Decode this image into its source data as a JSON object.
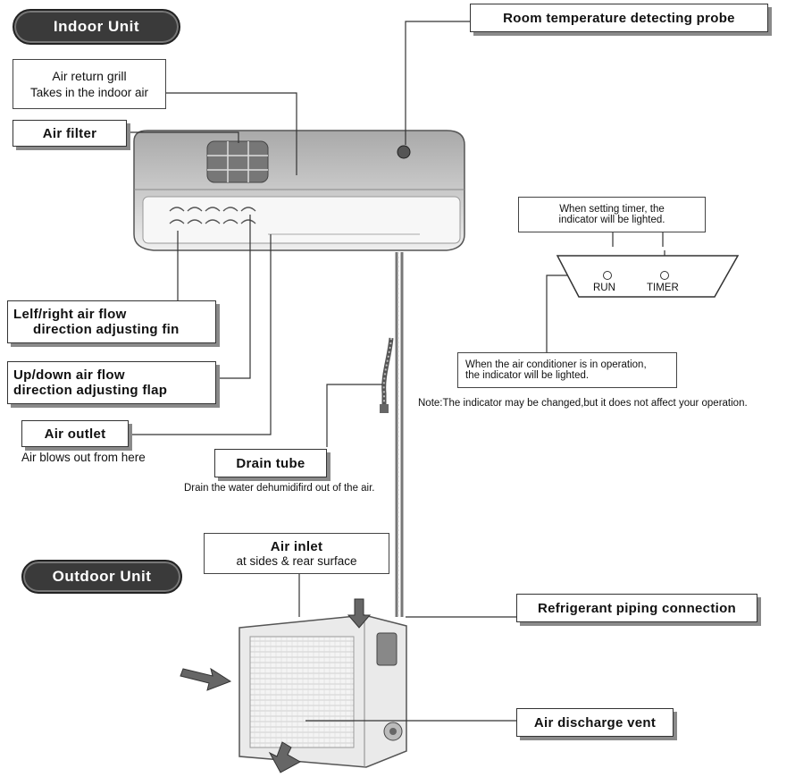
{
  "indoor_unit_label": "Indoor  Unit",
  "outdoor_unit_label": "Outdoor Unit",
  "room_probe": "Room temperature detecting probe",
  "air_return": {
    "title": "Air return grill",
    "desc": "Takes in the indoor air"
  },
  "air_filter": "Air filter",
  "lr_fin": {
    "line1": "Lelf/right air flow",
    "line2": "direction adjusting fin"
  },
  "ud_flap": {
    "line1": "Up/down air flow",
    "line2": "direction adjusting flap"
  },
  "air_outlet": {
    "title": "Air outlet",
    "desc": "Air blows out from here"
  },
  "drain_tube": {
    "title": "Drain tube",
    "desc": "Drain the water dehumidifird out of the air."
  },
  "timer_note": {
    "line1": "When setting timer, the",
    "line2": "indicator will be lighted."
  },
  "panel": {
    "run": "RUN",
    "timer": "TIMER"
  },
  "run_note": {
    "line1": "When the air conditioner is in operation,",
    "line2": "the indicator will be lighted."
  },
  "indicator_note": "Note:The indicator may  be changed,but it does not affect your operation.",
  "air_inlet": {
    "title": "Air inlet",
    "desc": "at sides &  rear surface"
  },
  "refrigerant": "Refrigerant piping connection",
  "discharge": "Air discharge vent"
}
